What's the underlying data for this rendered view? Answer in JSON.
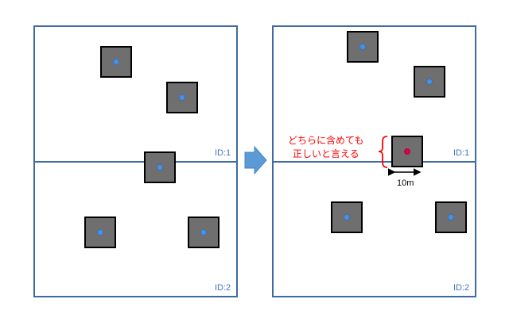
{
  "colors": {
    "border": "#3e6aa3",
    "arrow": "#5b9bd5",
    "square_fill": "#6f6f6f",
    "square_stroke": "#000000",
    "dot": "#4a90e2",
    "dot_highlight": "#e0004a",
    "annotation": "#ff0000",
    "label": "#4472c4"
  },
  "left_panel": {
    "id_top": "ID:1",
    "id_bottom": "ID:2"
  },
  "right_panel": {
    "id_top": "ID:1",
    "id_bottom": "ID:2",
    "annotation_line1": "どちらに含めても",
    "annotation_line2": "正しいと言える",
    "scale_label": "10m"
  },
  "icons": {
    "transition_arrow": "right-arrow-icon",
    "brace": "left-curly-brace-icon",
    "scale_arrow": "double-headed-arrow-icon"
  }
}
